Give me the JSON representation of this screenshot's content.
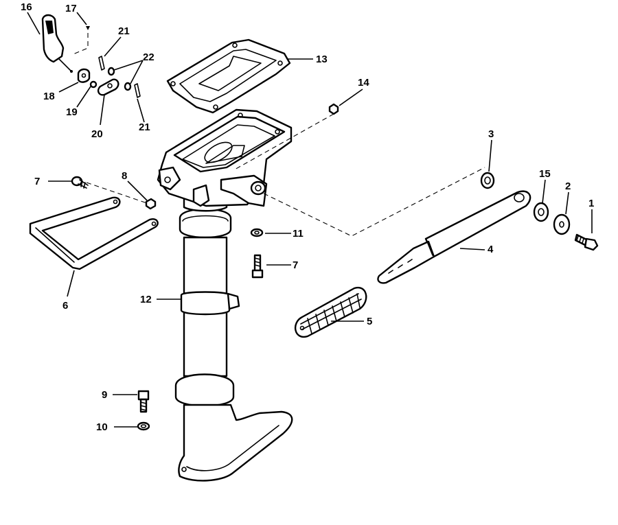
{
  "callouts": [
    {
      "id": "p1",
      "label": "1"
    },
    {
      "id": "p2",
      "label": "2"
    },
    {
      "id": "p3",
      "label": "3"
    },
    {
      "id": "p4",
      "label": "4"
    },
    {
      "id": "p5",
      "label": "5"
    },
    {
      "id": "p6",
      "label": "6"
    },
    {
      "id": "p7a",
      "label": "7"
    },
    {
      "id": "p7b",
      "label": "7"
    },
    {
      "id": "p8",
      "label": "8"
    },
    {
      "id": "p9",
      "label": "9"
    },
    {
      "id": "p10",
      "label": "10"
    },
    {
      "id": "p11",
      "label": "11"
    },
    {
      "id": "p12",
      "label": "12"
    },
    {
      "id": "p13",
      "label": "13"
    },
    {
      "id": "p14",
      "label": "14"
    },
    {
      "id": "p15",
      "label": "15"
    },
    {
      "id": "p16",
      "label": "16"
    },
    {
      "id": "p17",
      "label": "17"
    },
    {
      "id": "p18",
      "label": "18"
    },
    {
      "id": "p19",
      "label": "19"
    },
    {
      "id": "p20",
      "label": "20"
    },
    {
      "id": "p21a",
      "label": "21"
    },
    {
      "id": "p21b",
      "label": "21"
    },
    {
      "id": "p22",
      "label": "22"
    }
  ]
}
